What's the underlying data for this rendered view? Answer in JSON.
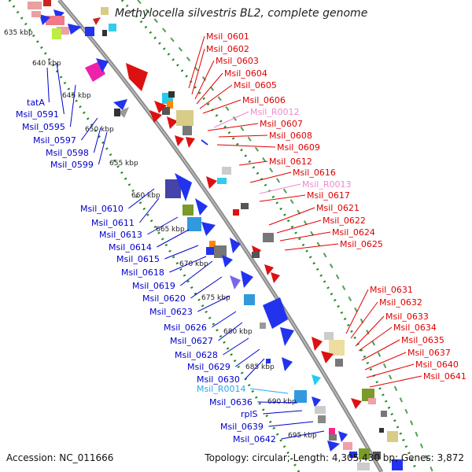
{
  "title": "Methylocella silvestris BL2, complete genome",
  "accession": "Accession: NC_011666",
  "topology": "Topology: circular; Length: 4,305,430 bp; Genes: 3,872",
  "colors": {
    "backbone": "#8a8a8a",
    "forward_label": "#e00000",
    "reverse_label": "#0000cc",
    "rna_label": "#ee88cc",
    "trna_label": "#22aaee",
    "dotted_guide": "#228822"
  },
  "kbp_ticks": [
    "635 kbp",
    "640 kbp",
    "645 kbp",
    "650 kbp",
    "655 kbp",
    "660 kbp",
    "665 kbp",
    "670 kbp",
    "675 kbp",
    "680 kbp",
    "685 kbp",
    "690 kbp",
    "695 kbp"
  ],
  "labels_left": [
    {
      "text": "tatA",
      "kind": "reverse"
    },
    {
      "text": "Msil_0591",
      "kind": "reverse"
    },
    {
      "text": "Msil_0595",
      "kind": "reverse"
    },
    {
      "text": "Msil_0597",
      "kind": "reverse"
    },
    {
      "text": "Msil_0598",
      "kind": "reverse"
    },
    {
      "text": "Msil_0599",
      "kind": "reverse"
    },
    {
      "text": "Msil_0610",
      "kind": "reverse"
    },
    {
      "text": "Msil_0611",
      "kind": "reverse"
    },
    {
      "text": "Msil_0613",
      "kind": "reverse"
    },
    {
      "text": "Msil_0614",
      "kind": "reverse"
    },
    {
      "text": "Msil_0615",
      "kind": "reverse"
    },
    {
      "text": "Msil_0618",
      "kind": "reverse"
    },
    {
      "text": "Msil_0619",
      "kind": "reverse"
    },
    {
      "text": "Msil_0620",
      "kind": "reverse"
    },
    {
      "text": "Msil_0623",
      "kind": "reverse"
    },
    {
      "text": "Msil_0626",
      "kind": "reverse"
    },
    {
      "text": "Msil_0627",
      "kind": "reverse"
    },
    {
      "text": "Msil_0628",
      "kind": "reverse"
    },
    {
      "text": "Msil_0629",
      "kind": "reverse"
    },
    {
      "text": "Msil_0630",
      "kind": "reverse"
    },
    {
      "text": "Msil_R0014",
      "kind": "trna"
    },
    {
      "text": "Msil_0636",
      "kind": "reverse"
    },
    {
      "text": "rplS",
      "kind": "reverse"
    },
    {
      "text": "Msil_0639",
      "kind": "reverse"
    },
    {
      "text": "Msil_0642",
      "kind": "reverse"
    }
  ],
  "labels_right": [
    {
      "text": "Msil_0601",
      "kind": "forward"
    },
    {
      "text": "Msil_0602",
      "kind": "forward"
    },
    {
      "text": "Msil_0603",
      "kind": "forward"
    },
    {
      "text": "Msil_0604",
      "kind": "forward"
    },
    {
      "text": "Msil_0605",
      "kind": "forward"
    },
    {
      "text": "Msil_0606",
      "kind": "forward"
    },
    {
      "text": "Msil_R0012",
      "kind": "rna"
    },
    {
      "text": "Msil_0607",
      "kind": "forward"
    },
    {
      "text": "Msil_0608",
      "kind": "forward"
    },
    {
      "text": "Msil_0609",
      "kind": "forward"
    },
    {
      "text": "Msil_0612",
      "kind": "forward"
    },
    {
      "text": "Msil_0616",
      "kind": "forward"
    },
    {
      "text": "Msil_R0013",
      "kind": "rna"
    },
    {
      "text": "Msil_0617",
      "kind": "forward"
    },
    {
      "text": "Msil_0621",
      "kind": "forward"
    },
    {
      "text": "Msil_0622",
      "kind": "forward"
    },
    {
      "text": "Msil_0624",
      "kind": "forward"
    },
    {
      "text": "Msil_0625",
      "kind": "forward"
    },
    {
      "text": "Msil_0631",
      "kind": "forward"
    },
    {
      "text": "Msil_0632",
      "kind": "forward"
    },
    {
      "text": "Msil_0633",
      "kind": "forward"
    },
    {
      "text": "Msil_0634",
      "kind": "forward"
    },
    {
      "text": "Msil_0635",
      "kind": "forward"
    },
    {
      "text": "Msil_0637",
      "kind": "forward"
    },
    {
      "text": "Msil_0640",
      "kind": "forward"
    },
    {
      "text": "Msil_0641",
      "kind": "forward"
    }
  ]
}
